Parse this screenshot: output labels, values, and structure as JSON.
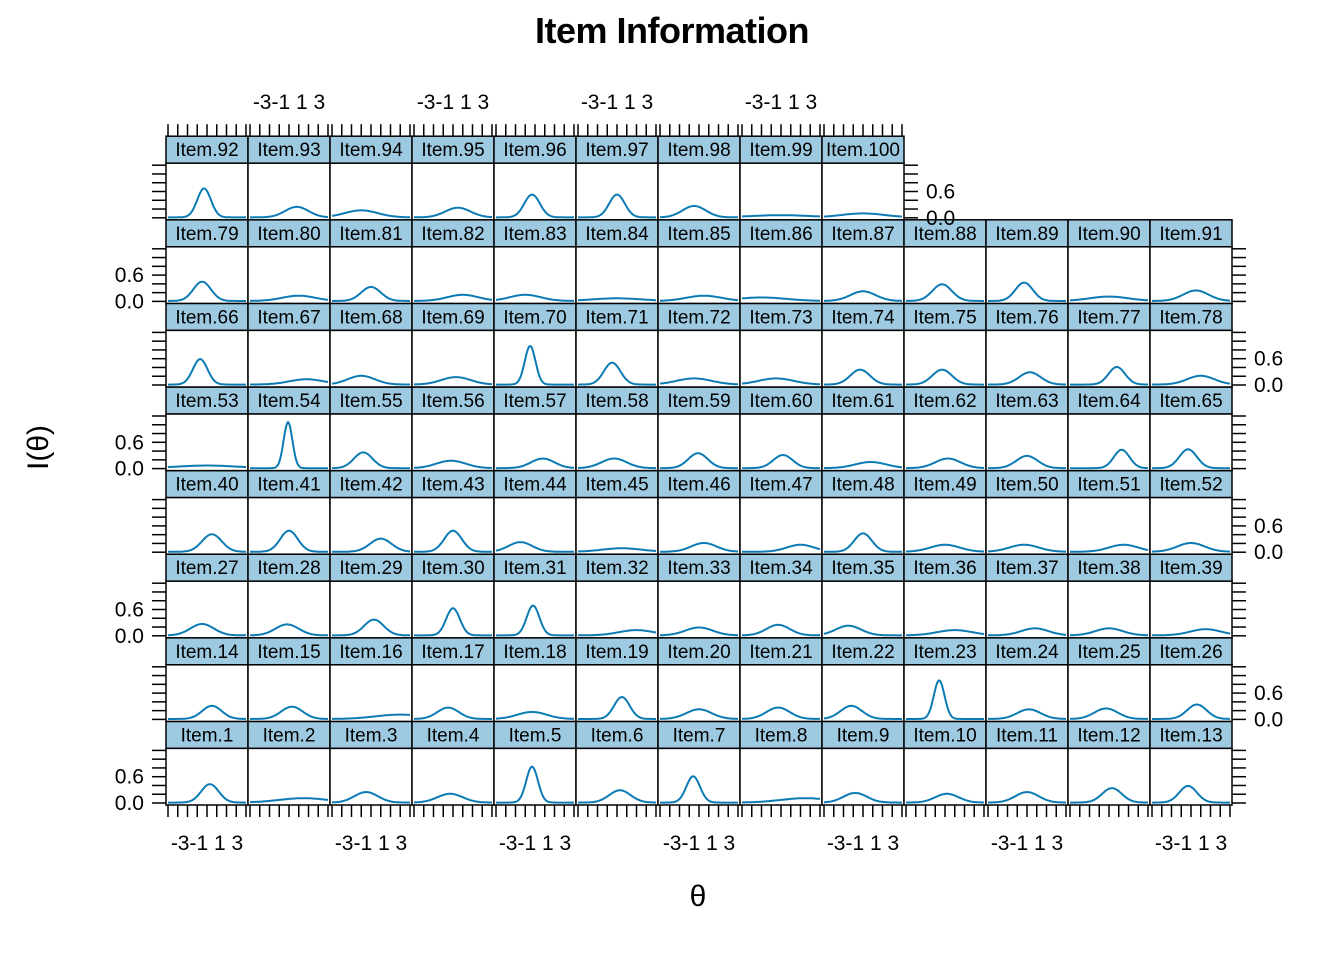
{
  "title": "Item Information",
  "xlabel": "θ",
  "ylabel": "I(θ)",
  "colors": {
    "strip": "#9ecae1",
    "curve": "#0c7bb3",
    "frame": "#000000"
  },
  "x_tick_labels": [
    "-3",
    "-1",
    "1",
    "3"
  ],
  "y_tick_labels": [
    "0.0",
    "0.6"
  ],
  "chart_data": {
    "type": "line",
    "title": "Item Information",
    "xlabel": "θ",
    "ylabel": "I(θ)",
    "xlim": [
      -4,
      4
    ],
    "ylim": [
      0,
      1.2
    ],
    "x_ticks": [
      -3,
      -1,
      1,
      3
    ],
    "y_ticks": [
      0.0,
      0.6
    ],
    "grid": false,
    "layout": {
      "columns": 13,
      "rows": 8,
      "order": "bottom-to-top, left-to-right",
      "panels": 100
    },
    "series_description": "Each panel shows the item information function I(θ) for one item; values given as approximate peak height, location of peak on θ, and spread (sd).",
    "series": [
      {
        "name": "Item.1",
        "peak": 0.42,
        "loc": 0.3,
        "sd": 0.9
      },
      {
        "name": "Item.2",
        "peak": 0.1,
        "loc": 1.5,
        "sd": 2.5
      },
      {
        "name": "Item.3",
        "peak": 0.24,
        "loc": -0.5,
        "sd": 1.2
      },
      {
        "name": "Item.4",
        "peak": 0.2,
        "loc": -0.3,
        "sd": 1.3
      },
      {
        "name": "Item.5",
        "peak": 0.82,
        "loc": -0.3,
        "sd": 0.6
      },
      {
        "name": "Item.6",
        "peak": 0.28,
        "loc": 0.3,
        "sd": 1.1
      },
      {
        "name": "Item.7",
        "peak": 0.6,
        "loc": -0.6,
        "sd": 0.7
      },
      {
        "name": "Item.8",
        "peak": 0.1,
        "loc": 2.5,
        "sd": 2.5
      },
      {
        "name": "Item.9",
        "peak": 0.22,
        "loc": -0.8,
        "sd": 1.2
      },
      {
        "name": "Item.10",
        "peak": 0.2,
        "loc": 0.2,
        "sd": 1.2
      },
      {
        "name": "Item.11",
        "peak": 0.24,
        "loc": 0.0,
        "sd": 1.2
      },
      {
        "name": "Item.12",
        "peak": 0.33,
        "loc": 0.3,
        "sd": 1.0
      },
      {
        "name": "Item.13",
        "peak": 0.38,
        "loc": -0.3,
        "sd": 0.9
      },
      {
        "name": "Item.14",
        "peak": 0.3,
        "loc": 0.5,
        "sd": 1.0
      },
      {
        "name": "Item.15",
        "peak": 0.28,
        "loc": 0.3,
        "sd": 1.1
      },
      {
        "name": "Item.16",
        "peak": 0.1,
        "loc": 3.0,
        "sd": 2.5
      },
      {
        "name": "Item.17",
        "peak": 0.26,
        "loc": -0.5,
        "sd": 1.1
      },
      {
        "name": "Item.18",
        "peak": 0.16,
        "loc": -0.3,
        "sd": 1.5
      },
      {
        "name": "Item.19",
        "peak": 0.5,
        "loc": 0.5,
        "sd": 0.8
      },
      {
        "name": "Item.20",
        "peak": 0.22,
        "loc": 0.0,
        "sd": 1.3
      },
      {
        "name": "Item.21",
        "peak": 0.26,
        "loc": -0.3,
        "sd": 1.2
      },
      {
        "name": "Item.22",
        "peak": 0.3,
        "loc": -1.2,
        "sd": 1.1
      },
      {
        "name": "Item.23",
        "peak": 0.88,
        "loc": -0.6,
        "sd": 0.55
      },
      {
        "name": "Item.24",
        "peak": 0.22,
        "loc": 0.2,
        "sd": 1.2
      },
      {
        "name": "Item.25",
        "peak": 0.24,
        "loc": -0.3,
        "sd": 1.2
      },
      {
        "name": "Item.26",
        "peak": 0.33,
        "loc": 0.6,
        "sd": 1.0
      },
      {
        "name": "Item.27",
        "peak": 0.26,
        "loc": -0.5,
        "sd": 1.2
      },
      {
        "name": "Item.28",
        "peak": 0.25,
        "loc": -0.2,
        "sd": 1.2
      },
      {
        "name": "Item.29",
        "peak": 0.36,
        "loc": 0.3,
        "sd": 1.0
      },
      {
        "name": "Item.30",
        "peak": 0.62,
        "loc": 0.0,
        "sd": 0.7
      },
      {
        "name": "Item.31",
        "peak": 0.68,
        "loc": -0.2,
        "sd": 0.65
      },
      {
        "name": "Item.32",
        "peak": 0.12,
        "loc": 2.0,
        "sd": 1.8
      },
      {
        "name": "Item.33",
        "peak": 0.18,
        "loc": 0.0,
        "sd": 1.4
      },
      {
        "name": "Item.34",
        "peak": 0.24,
        "loc": -0.3,
        "sd": 1.2
      },
      {
        "name": "Item.35",
        "peak": 0.22,
        "loc": -1.5,
        "sd": 1.3
      },
      {
        "name": "Item.36",
        "peak": 0.12,
        "loc": 1.0,
        "sd": 1.8
      },
      {
        "name": "Item.37",
        "peak": 0.16,
        "loc": 0.8,
        "sd": 1.4
      },
      {
        "name": "Item.38",
        "peak": 0.16,
        "loc": 0.0,
        "sd": 1.4
      },
      {
        "name": "Item.39",
        "peak": 0.14,
        "loc": 1.5,
        "sd": 1.6
      },
      {
        "name": "Item.40",
        "peak": 0.4,
        "loc": 0.5,
        "sd": 1.0
      },
      {
        "name": "Item.41",
        "peak": 0.48,
        "loc": 0.0,
        "sd": 0.9
      },
      {
        "name": "Item.42",
        "peak": 0.3,
        "loc": 1.0,
        "sd": 1.1
      },
      {
        "name": "Item.43",
        "peak": 0.48,
        "loc": 0.0,
        "sd": 0.9
      },
      {
        "name": "Item.44",
        "peak": 0.22,
        "loc": -1.5,
        "sd": 1.2
      },
      {
        "name": "Item.45",
        "peak": 0.08,
        "loc": 0.5,
        "sd": 2.0
      },
      {
        "name": "Item.46",
        "peak": 0.2,
        "loc": 0.5,
        "sd": 1.3
      },
      {
        "name": "Item.47",
        "peak": 0.16,
        "loc": 2.0,
        "sd": 1.4
      },
      {
        "name": "Item.48",
        "peak": 0.42,
        "loc": 0.0,
        "sd": 0.9
      },
      {
        "name": "Item.49",
        "peak": 0.16,
        "loc": 0.0,
        "sd": 1.5
      },
      {
        "name": "Item.50",
        "peak": 0.16,
        "loc": -0.3,
        "sd": 1.5
      },
      {
        "name": "Item.51",
        "peak": 0.16,
        "loc": 1.5,
        "sd": 1.5
      },
      {
        "name": "Item.52",
        "peak": 0.2,
        "loc": 0.0,
        "sd": 1.4
      },
      {
        "name": "Item.53",
        "peak": 0.06,
        "loc": 0.0,
        "sd": 3.0
      },
      {
        "name": "Item.54",
        "peak": 1.05,
        "loc": -0.1,
        "sd": 0.45
      },
      {
        "name": "Item.55",
        "peak": 0.36,
        "loc": -0.8,
        "sd": 0.95
      },
      {
        "name": "Item.56",
        "peak": 0.17,
        "loc": -0.2,
        "sd": 1.5
      },
      {
        "name": "Item.57",
        "peak": 0.22,
        "loc": 0.8,
        "sd": 1.2
      },
      {
        "name": "Item.58",
        "peak": 0.22,
        "loc": -0.3,
        "sd": 1.3
      },
      {
        "name": "Item.59",
        "peak": 0.34,
        "loc": -0.1,
        "sd": 1.0
      },
      {
        "name": "Item.60",
        "peak": 0.3,
        "loc": 0.2,
        "sd": 1.0
      },
      {
        "name": "Item.61",
        "peak": 0.14,
        "loc": 0.8,
        "sd": 1.6
      },
      {
        "name": "Item.62",
        "peak": 0.22,
        "loc": 0.3,
        "sd": 1.3
      },
      {
        "name": "Item.63",
        "peak": 0.28,
        "loc": 0.0,
        "sd": 1.1
      },
      {
        "name": "Item.64",
        "peak": 0.42,
        "loc": 1.3,
        "sd": 0.8
      },
      {
        "name": "Item.65",
        "peak": 0.43,
        "loc": -0.3,
        "sd": 0.9
      },
      {
        "name": "Item.66",
        "peak": 0.58,
        "loc": -0.7,
        "sd": 0.75
      },
      {
        "name": "Item.67",
        "peak": 0.12,
        "loc": 1.8,
        "sd": 1.8
      },
      {
        "name": "Item.68",
        "peak": 0.2,
        "loc": -1.0,
        "sd": 1.4
      },
      {
        "name": "Item.69",
        "peak": 0.17,
        "loc": 0.3,
        "sd": 1.5
      },
      {
        "name": "Item.70",
        "peak": 0.88,
        "loc": -0.5,
        "sd": 0.55
      },
      {
        "name": "Item.71",
        "peak": 0.5,
        "loc": -0.5,
        "sd": 0.85
      },
      {
        "name": "Item.72",
        "peak": 0.14,
        "loc": -0.5,
        "sd": 1.8
      },
      {
        "name": "Item.73",
        "peak": 0.14,
        "loc": -0.5,
        "sd": 1.8
      },
      {
        "name": "Item.74",
        "peak": 0.34,
        "loc": -0.3,
        "sd": 1.0
      },
      {
        "name": "Item.75",
        "peak": 0.34,
        "loc": -0.3,
        "sd": 1.0
      },
      {
        "name": "Item.76",
        "peak": 0.28,
        "loc": 0.3,
        "sd": 1.1
      },
      {
        "name": "Item.77",
        "peak": 0.4,
        "loc": 0.8,
        "sd": 0.85
      },
      {
        "name": "Item.78",
        "peak": 0.2,
        "loc": 1.0,
        "sd": 1.4
      },
      {
        "name": "Item.79",
        "peak": 0.44,
        "loc": -0.5,
        "sd": 0.9
      },
      {
        "name": "Item.80",
        "peak": 0.12,
        "loc": 1.0,
        "sd": 1.7
      },
      {
        "name": "Item.81",
        "peak": 0.32,
        "loc": 0.0,
        "sd": 1.0
      },
      {
        "name": "Item.82",
        "peak": 0.14,
        "loc": 1.0,
        "sd": 1.6
      },
      {
        "name": "Item.83",
        "peak": 0.14,
        "loc": -1.0,
        "sd": 1.6
      },
      {
        "name": "Item.84",
        "peak": 0.06,
        "loc": 0.0,
        "sd": 2.5
      },
      {
        "name": "Item.85",
        "peak": 0.12,
        "loc": 0.5,
        "sd": 1.8
      },
      {
        "name": "Item.86",
        "peak": 0.08,
        "loc": -2.0,
        "sd": 2.5
      },
      {
        "name": "Item.87",
        "peak": 0.22,
        "loc": 0.0,
        "sd": 1.3
      },
      {
        "name": "Item.88",
        "peak": 0.38,
        "loc": -0.3,
        "sd": 1.0
      },
      {
        "name": "Item.89",
        "peak": 0.42,
        "loc": -0.3,
        "sd": 0.9
      },
      {
        "name": "Item.90",
        "peak": 0.1,
        "loc": 0.0,
        "sd": 2.0
      },
      {
        "name": "Item.91",
        "peak": 0.24,
        "loc": 0.5,
        "sd": 1.3
      },
      {
        "name": "Item.92",
        "peak": 0.66,
        "loc": -0.3,
        "sd": 0.7
      },
      {
        "name": "Item.93",
        "peak": 0.24,
        "loc": 0.8,
        "sd": 1.2
      },
      {
        "name": "Item.94",
        "peak": 0.16,
        "loc": -1.0,
        "sd": 1.7
      },
      {
        "name": "Item.95",
        "peak": 0.22,
        "loc": 0.5,
        "sd": 1.3
      },
      {
        "name": "Item.96",
        "peak": 0.52,
        "loc": -0.3,
        "sd": 0.8
      },
      {
        "name": "Item.97",
        "peak": 0.52,
        "loc": 0.0,
        "sd": 0.8
      },
      {
        "name": "Item.98",
        "peak": 0.26,
        "loc": -0.5,
        "sd": 1.2
      },
      {
        "name": "Item.99",
        "peak": 0.05,
        "loc": 0.0,
        "sd": 3.0
      },
      {
        "name": "Item.100",
        "peak": 0.09,
        "loc": 0.0,
        "sd": 2.2
      }
    ]
  }
}
